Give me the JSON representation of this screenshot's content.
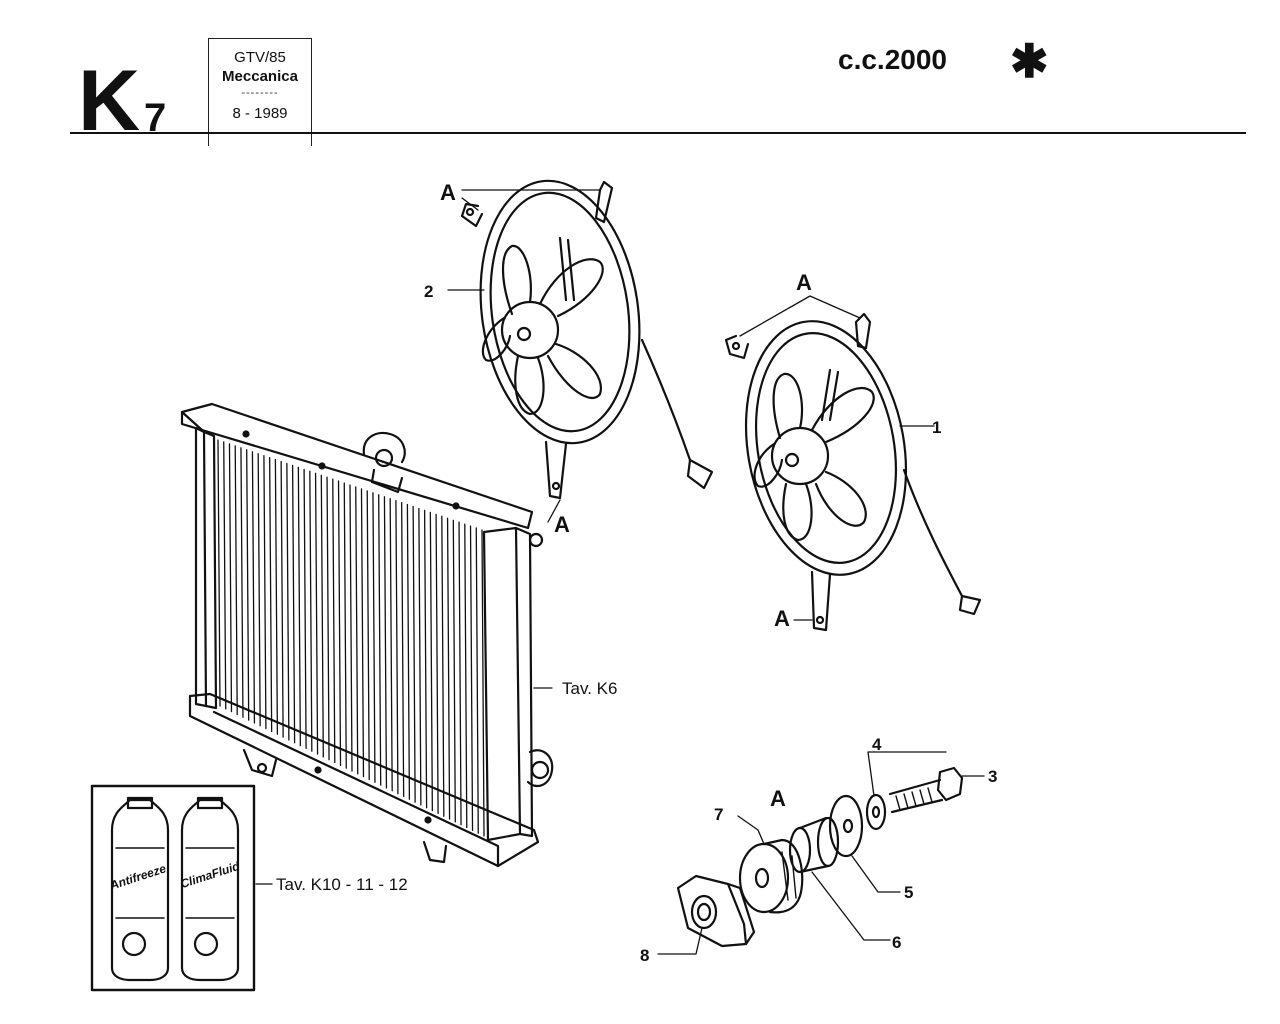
{
  "header": {
    "section_letter": "K",
    "section_number": "7",
    "model": "GTV/85",
    "category": "Meccanica",
    "separator": "--------",
    "date": "8 - 1989",
    "engine": "c.c.2000",
    "marker": "✱"
  },
  "callouts": {
    "fan_small": "1",
    "fan_large": "2",
    "bolt": "3",
    "washer_small": "4",
    "washer_large": "5",
    "spacer": "6",
    "rubber_mount": "7",
    "clip_nut": "8",
    "mount_point": "A",
    "detail_label": "A",
    "radiator_ref": "Tav. K6",
    "coolant_ref": "Tav. K10 - 11 - 12"
  },
  "bottles": {
    "left_label": "Antifreeze",
    "right_label": "ClimaFluid"
  }
}
